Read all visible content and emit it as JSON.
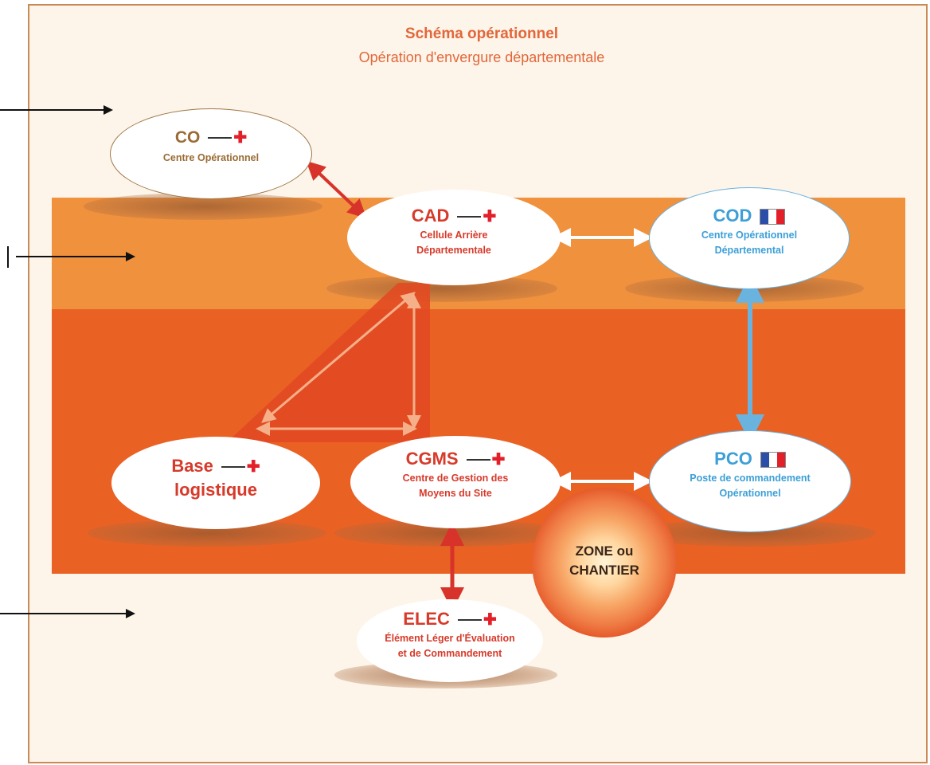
{
  "header": {
    "title": "Schéma opérationnel",
    "subtitle": "Opération d'envergure départementale"
  },
  "nodes": {
    "co": {
      "abbr": "CO",
      "desc": "Centre Opérationnel"
    },
    "cad": {
      "abbr": "CAD",
      "desc1": "Cellule Arrière",
      "desc2": "Départementale"
    },
    "cod": {
      "abbr": "COD",
      "desc1": "Centre Opérationnel",
      "desc2": "Départemental"
    },
    "base": {
      "abbr1": "Base",
      "abbr2": "logistique"
    },
    "cgms": {
      "abbr": "CGMS",
      "desc1": "Centre de Gestion des",
      "desc2": "Moyens du Site"
    },
    "pco": {
      "abbr": "PCO",
      "desc1": "Poste de commandement",
      "desc2": "Opérationnel"
    },
    "elec": {
      "abbr": "ELEC",
      "desc1": "Élément Léger d'Évaluation",
      "desc2": "et de Commandement"
    }
  },
  "zone": {
    "line1": "ZONE ou",
    "line2": "CHANTIER"
  },
  "colors": {
    "red": "#d73a2a",
    "blue": "#3c9fd6",
    "brown": "#9a6b33",
    "band_top": "#f0913e",
    "band_bottom": "#ea6124"
  },
  "icons": {
    "red_cross_logo": "red-cross-icon",
    "french_flag": "french-republic-flag-icon"
  }
}
